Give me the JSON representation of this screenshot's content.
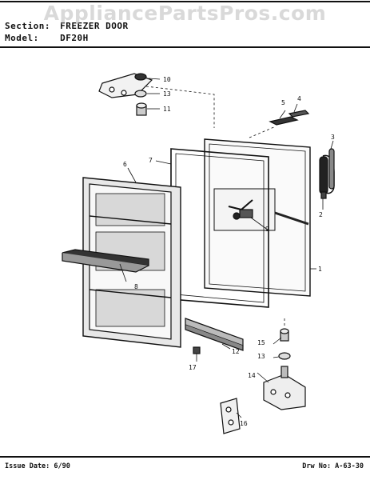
{
  "watermark": "AppliancePartsPros.com",
  "header": {
    "section_label": "Section:",
    "section_value": "FREEZER DOOR",
    "model_label": "Model:",
    "model_value": "DF20H"
  },
  "callouts": {
    "c1": "1",
    "c2": "2",
    "c3": "3",
    "c4": "4",
    "c5": "5",
    "c6": "6",
    "c7": "7",
    "c8": "8",
    "c9": "9",
    "c10": "10",
    "c11": "11",
    "c12": "12",
    "c13a": "13",
    "c13b": "13",
    "c14": "14",
    "c15": "15",
    "c16": "16",
    "c17": "17"
  },
  "footer": {
    "issue_date": "Issue Date: 6/90",
    "drw_no": "Drw No: A-63-30"
  }
}
